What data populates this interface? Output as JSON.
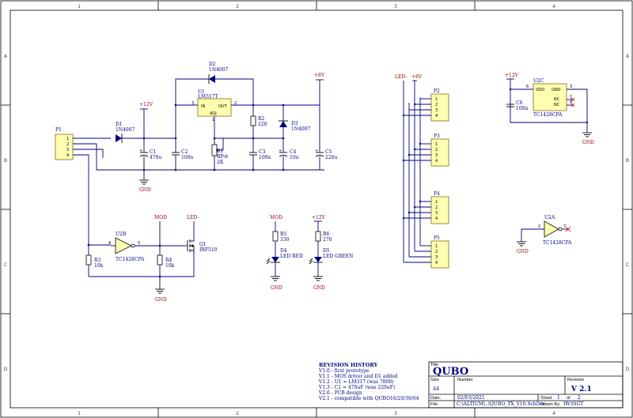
{
  "zones": {
    "cols": [
      "1",
      "2",
      "3",
      "4"
    ],
    "rows": [
      "A",
      "B",
      "C",
      "D"
    ]
  },
  "components": {
    "P1": {
      "ref": "P1",
      "pins": [
        "1",
        "2",
        "3",
        "4"
      ]
    },
    "D1": {
      "ref": "D1",
      "val": "1N4007"
    },
    "D2": {
      "ref": "D2",
      "val": "1N4007"
    },
    "D3": {
      "ref": "D3",
      "val": "1N4007"
    },
    "D4": {
      "ref": "D4",
      "val": "LED RED"
    },
    "D5": {
      "ref": "D5",
      "val": "LED GREEN"
    },
    "U1": {
      "ref": "U1",
      "val": "LM317T",
      "pin_in": "IN",
      "pin_out": "OUT",
      "pin_adj": "ADJ",
      "n3": "3",
      "n2": "2",
      "n1": "1"
    },
    "R1": {
      "ref": "R1",
      "val": "RPot",
      "val2": "2K"
    },
    "R2": {
      "ref": "R2",
      "val": "220"
    },
    "R3": {
      "ref": "R3",
      "val": "10k"
    },
    "R4": {
      "ref": "R4",
      "val": "10k"
    },
    "R5": {
      "ref": "R5",
      "val": "330"
    },
    "R6": {
      "ref": "R6",
      "val": "270"
    },
    "C1": {
      "ref": "C1",
      "val": "470u"
    },
    "C2": {
      "ref": "C2",
      "val": "100n"
    },
    "C3": {
      "ref": "C3",
      "val": "100n"
    },
    "C4": {
      "ref": "C4",
      "val": "10u"
    },
    "C5": {
      "ref": "C5",
      "val": "220u"
    },
    "C6": {
      "ref": "C6",
      "val": "100n"
    },
    "Q1": {
      "ref": "Q1",
      "val": "IRF510"
    },
    "U2A": {
      "ref": "U2A",
      "val": "TC1428CPA",
      "n2": "2",
      "n7": "7"
    },
    "U2B": {
      "ref": "U2B",
      "val": "TC1428CPA",
      "n4": "4",
      "n5": "5"
    },
    "U2C": {
      "ref": "U2C",
      "val": "TC1428CPA",
      "vdd": "VDD",
      "gnd": "GND",
      "nc1": "NC",
      "nc2": "NC",
      "n6": "6",
      "n3": "3",
      "n1": "1",
      "n8": "8"
    },
    "P2": {
      "ref": "P2",
      "pins": [
        "1",
        "2",
        "3",
        "4"
      ]
    },
    "P3": {
      "ref": "P3",
      "pins": [
        "1",
        "2",
        "3",
        "4"
      ]
    },
    "P4": {
      "ref": "P4",
      "pins": [
        "1",
        "2",
        "3",
        "4"
      ]
    },
    "P5": {
      "ref": "P5",
      "pins": [
        "1",
        "2",
        "3",
        "4"
      ]
    }
  },
  "power": {
    "v12": "+12V",
    "v8": "+8V",
    "gnd": "GND",
    "mod": "MOD",
    "led": "LED-"
  },
  "revision_history": {
    "title": "REVISION HISTORY",
    "lines": [
      "V1.0 - first prototype",
      "V1.1 - MOS driver and D1 added",
      "V1.2 - U1 = LM317 (was 7808)",
      "V1.3 - C1 = 470uF (was 220uF)",
      "V2.0 - PCB design",
      "V2.1 - compatible with QUBO16/20/36/64"
    ]
  },
  "title_block": {
    "title_label": "Title",
    "title": "QUBO",
    "size_label": "Size",
    "size": "A4",
    "number_label": "Number",
    "revision_label": "Revision",
    "revision": "V 2.1",
    "date_label": "Date:",
    "date": "02/03/2021",
    "sheet_label": "Sheet",
    "sheet": "1",
    "of_label": "of",
    "sheets": "2",
    "file_label": "File:",
    "file": "C:\\ALTIUM\\..\\QUBO_TX_V10.SchDoc",
    "drawn_label": "Drawn By:",
    "drawn": "IW3SGT"
  },
  "colors": {
    "wire": "#000080",
    "component": "#000000",
    "net_label": "#8b0000",
    "body_fill": "#ffffb0"
  }
}
